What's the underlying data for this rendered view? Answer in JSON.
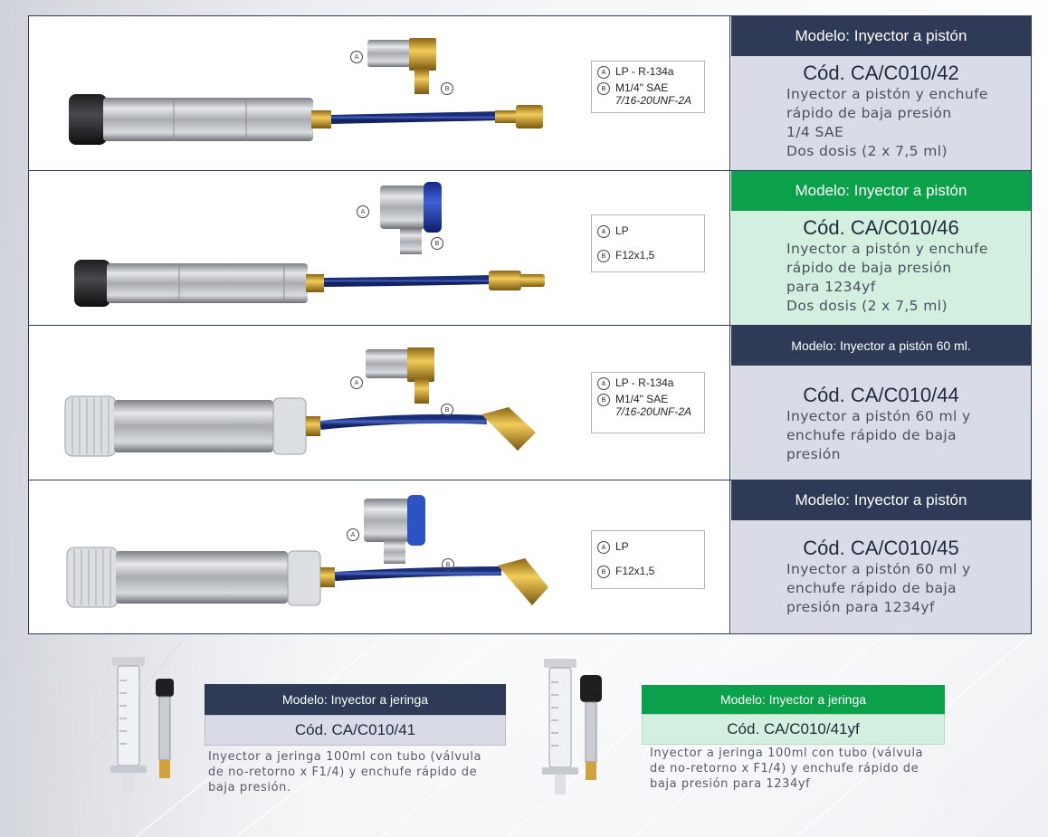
{
  "products": [
    {
      "model": "Modelo:  Inyector a pistón",
      "bar_color": "#2e3a56",
      "panel_color": "#d9dce6",
      "code": "Cód. CA/C010/42",
      "desc": [
        "Inyector a pistón y enchufe",
        "rápido de baja presión",
        "1/4 SAE",
        "Dos dosis (2 x 7,5 ml)"
      ],
      "legend": {
        "a_letter": "A",
        "a": "LP - R-134a",
        "b_letter": "B",
        "b1": "M1/4\" SAE",
        "b2": "7/16-20UNF-2A"
      }
    },
    {
      "model": "Modelo:  Inyector a pistón",
      "bar_color": "#0aa14a",
      "panel_color": "#d2efe0",
      "code": "Cód. CA/C010/46",
      "desc": [
        "Inyector a pistón y enchufe",
        "rápido de baja presión",
        "para 1234yf",
        "Dos dosis (2 x 7,5 ml)"
      ],
      "legend": {
        "a_letter": "A",
        "a": "LP",
        "b_letter": "B",
        "b1": "F12x1,5",
        "b2": ""
      }
    },
    {
      "model": "Modelo:  Inyector a pistón 60 ml.",
      "bar_color": "#2e3a56",
      "panel_color": "#d9dce6",
      "code": "Cód. CA/C010/44",
      "desc": [
        "Inyector a pistón 60 ml y",
        "enchufe rápido de baja",
        "presión"
      ],
      "legend": {
        "a_letter": "A",
        "a": "LP - R-134a",
        "b_letter": "B",
        "b1": "M1/4\" SAE",
        "b2": "7/16-20UNF-2A"
      }
    },
    {
      "model": "Modelo:  Inyector a pistón",
      "bar_color": "#2e3a56",
      "panel_color": "#d9dce6",
      "code": "Cód. CA/C010/45",
      "desc": [
        "Inyector a pistón 60 ml y",
        "enchufe rápido de baja",
        "presión para 1234yf"
      ],
      "legend": {
        "a_letter": "A",
        "a": "LP",
        "b_letter": "B",
        "b1": "F12x1,5",
        "b2": ""
      }
    }
  ],
  "syringes": [
    {
      "model": "Modelo:  Inyector a jeringa",
      "bar_color": "#2e3a56",
      "code": "Cód. CA/C010/41",
      "desc": [
        "Inyector a jeringa 100ml con tubo (válvula",
        "de no-retorno x F1/4) y enchufe rápido de",
        "baja presión."
      ]
    },
    {
      "model": "Modelo:  Inyector a jeringa",
      "bar_color": "#0aa14a",
      "code": "Cód. CA/C010/41yf",
      "desc": [
        "Inyector a jeringa 100ml con tubo (válvula",
        "de no-retorno x F1/4) y enchufe rápido de",
        "baja presión para 1234yf"
      ]
    }
  ],
  "icons": {
    "callout_a": "callout-a-icon",
    "callout_b": "callout-b-icon"
  }
}
